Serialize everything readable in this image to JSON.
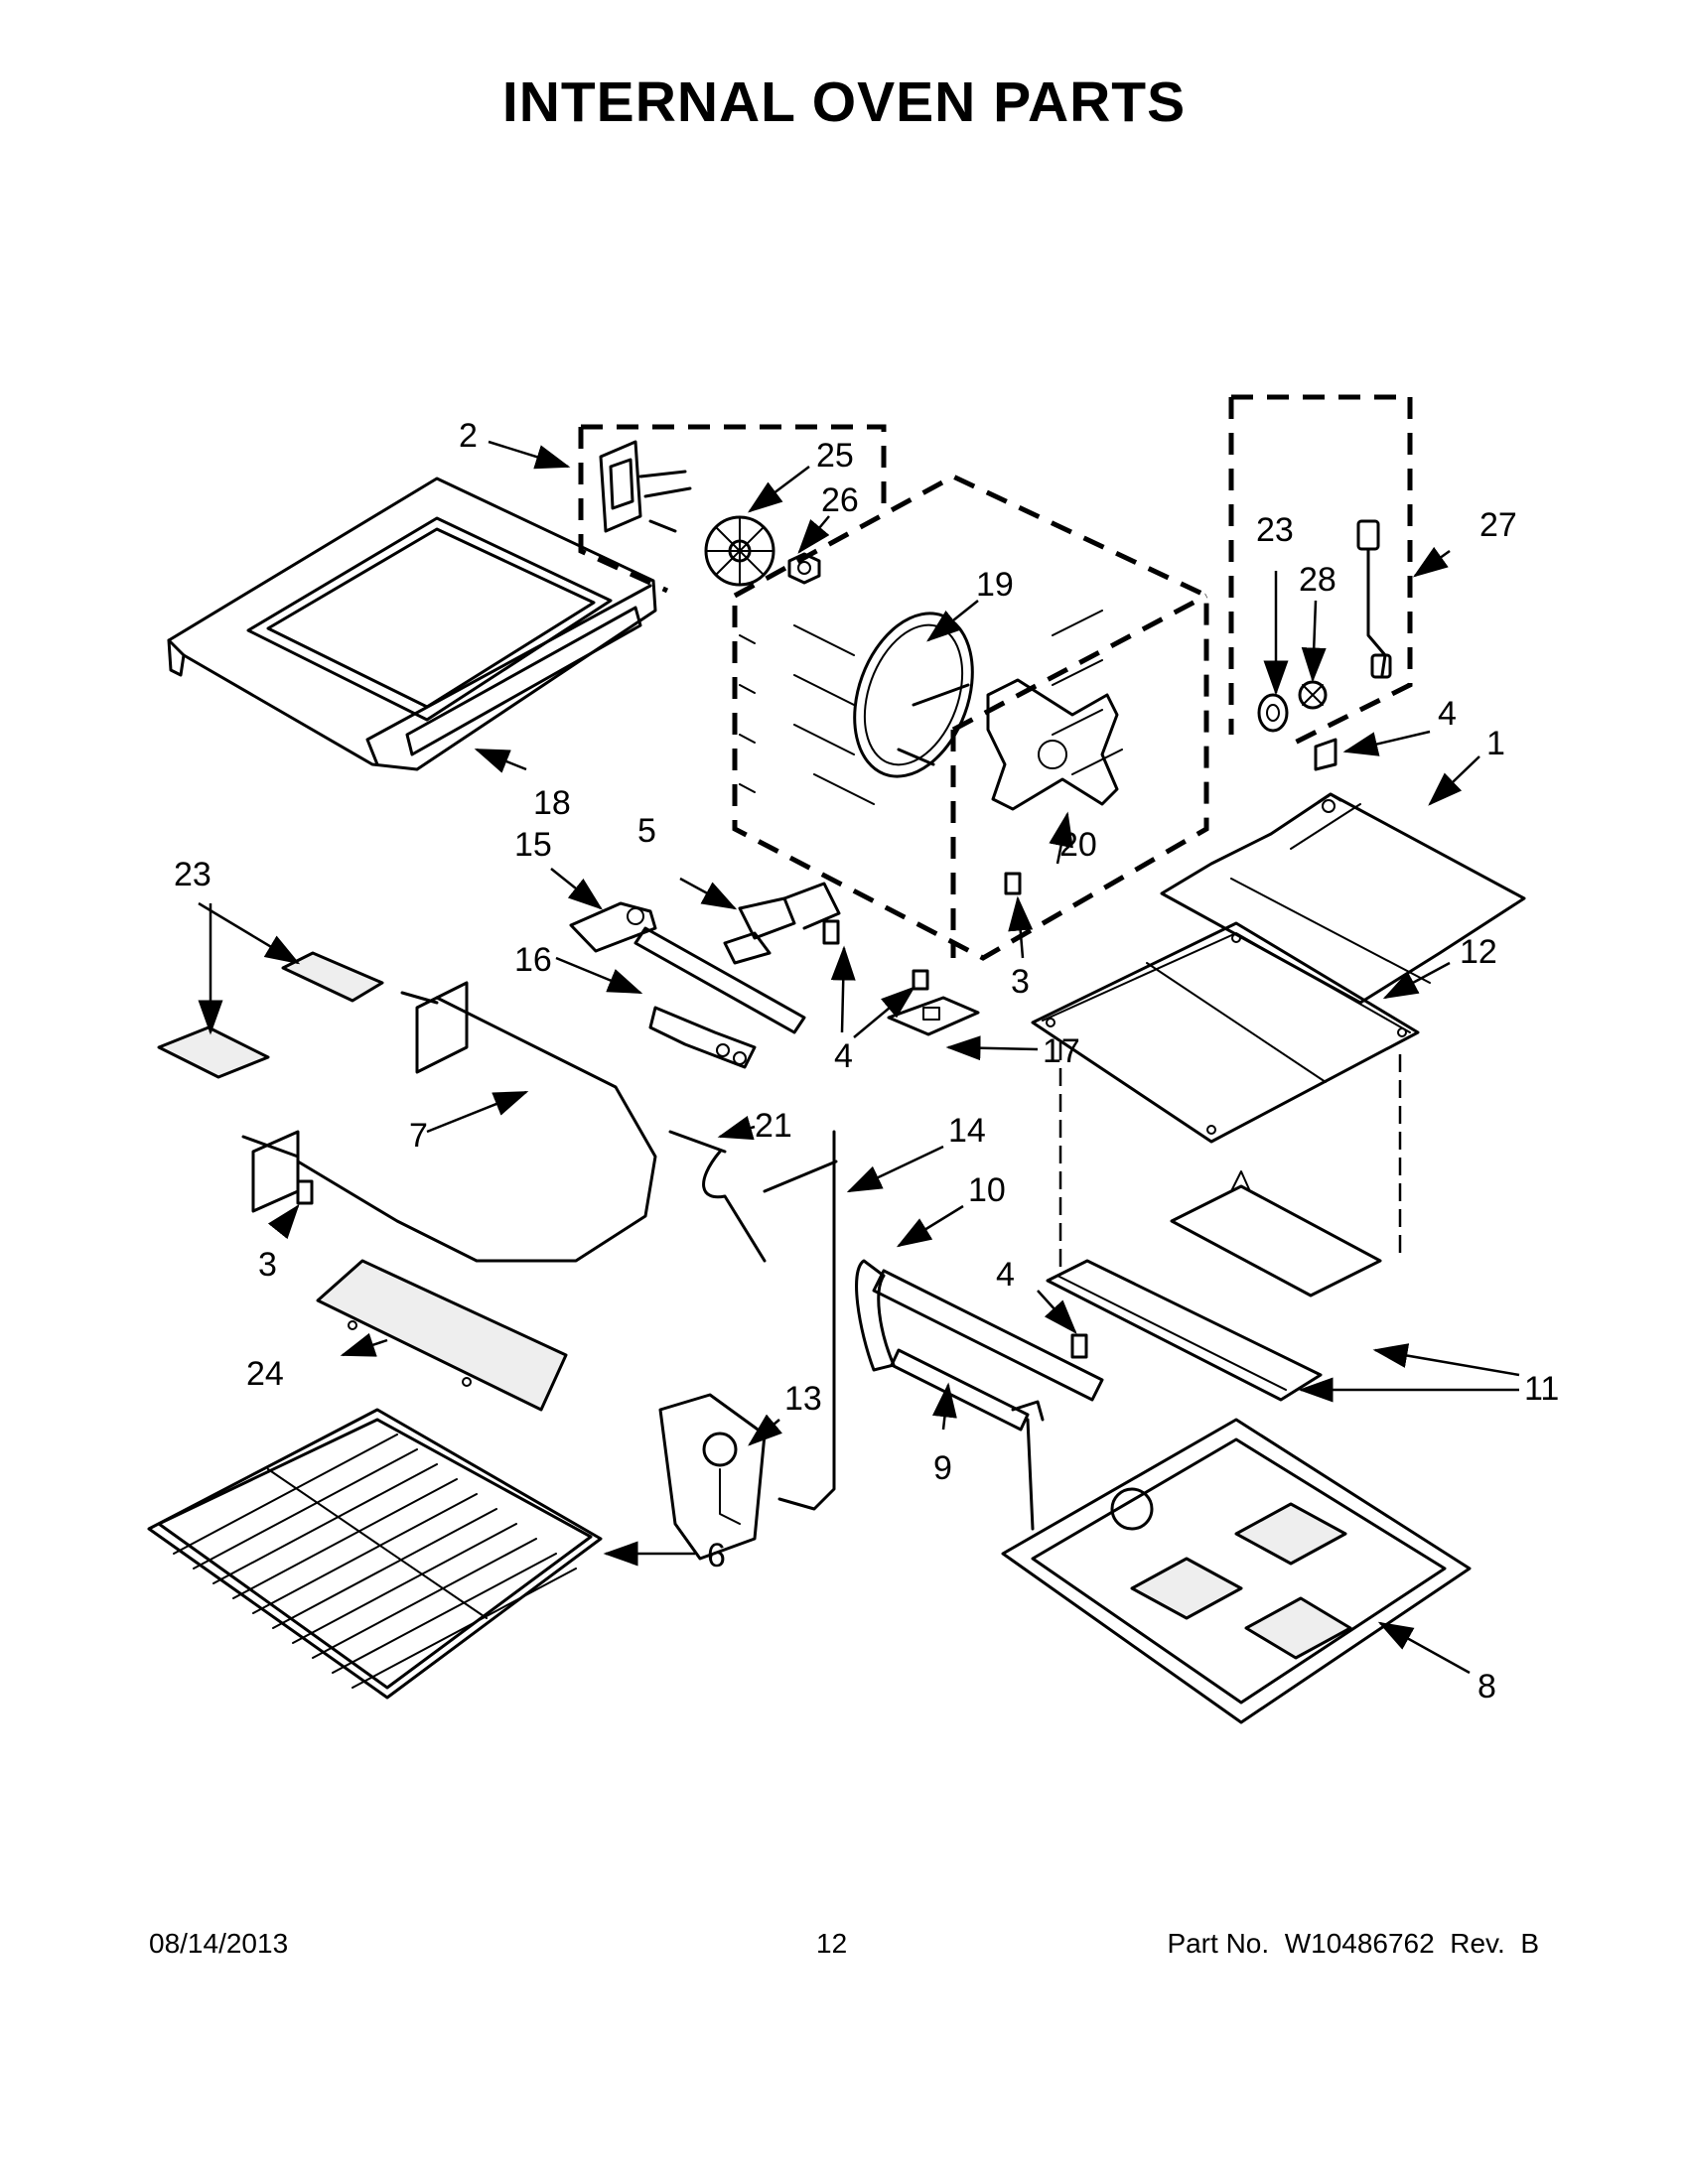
{
  "title": "INTERNAL OVEN PARTS",
  "footer": {
    "date": "08/14/2013",
    "page": "12",
    "part_number": "Part No.  W10486762  Rev.  B"
  },
  "callouts": {
    "c1": "1",
    "c2": "2",
    "c3a": "3",
    "c3b": "3",
    "c4a": "4",
    "c4b": "4",
    "c4c": "4",
    "c5": "5",
    "c6": "6",
    "c7": "7",
    "c8": "8",
    "c9": "9",
    "c10": "10",
    "c11": "11",
    "c12": "12",
    "c13": "13",
    "c14": "14",
    "c15": "15",
    "c16": "16",
    "c17": "17",
    "c18": "18",
    "c19": "19",
    "c20": "20",
    "c21": "21",
    "c23a": "23",
    "c23b": "23",
    "c24": "24",
    "c25": "25",
    "c26": "26",
    "c27": "27",
    "c28": "28"
  }
}
